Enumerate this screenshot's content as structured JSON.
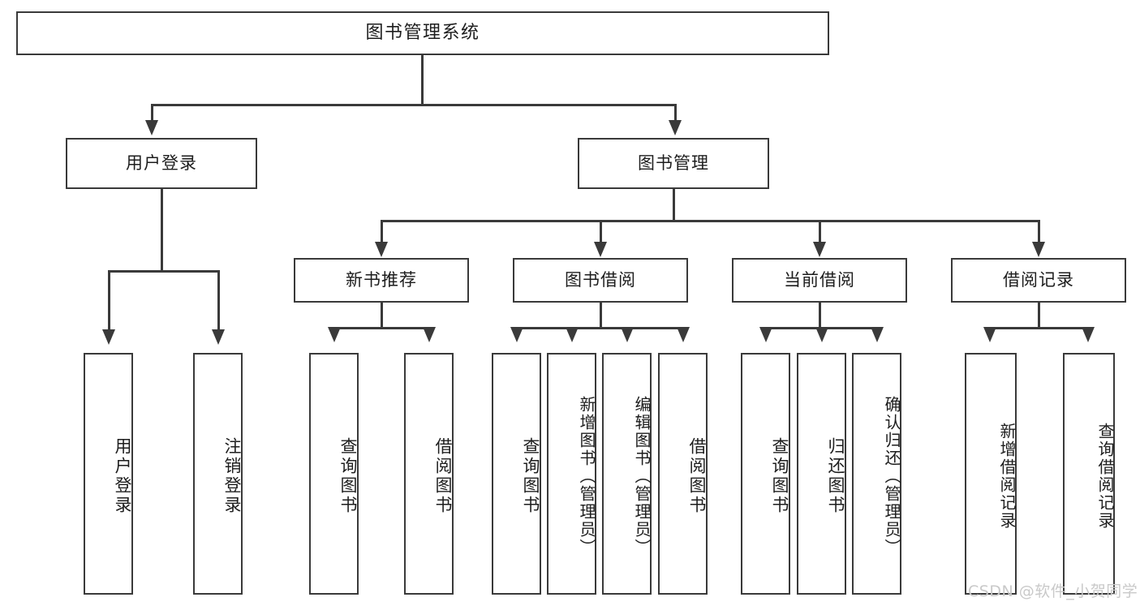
{
  "diagram": {
    "type": "tree",
    "title": "图书管理系统",
    "orientation": "top-down",
    "watermark": "CSDN @软件_小贺同学",
    "colors": {
      "stroke": "#3a3a3a",
      "fill": "#ffffff",
      "text": "#1d1d1d",
      "watermark": "#c9c9c9"
    }
  },
  "nodes": {
    "root": {
      "label": "图书管理系统"
    },
    "tier2": [
      {
        "id": "user-login",
        "label": "用户登录"
      },
      {
        "id": "book-manage",
        "label": "图书管理"
      }
    ],
    "tier3": [
      {
        "id": "new-book-rec",
        "label": "新书推荐"
      },
      {
        "id": "book-borrow",
        "label": "图书借阅"
      },
      {
        "id": "current-borrow",
        "label": "当前借阅"
      },
      {
        "id": "borrow-record",
        "label": "借阅记录"
      }
    ],
    "leaves": {
      "user_login": [
        {
          "id": "leaf-user-login",
          "label": "用户登录"
        },
        {
          "id": "leaf-user-logout",
          "label": "注销登录"
        }
      ],
      "new_book_rec": [
        {
          "id": "leaf-query-book-1",
          "label": "查询图书"
        },
        {
          "id": "leaf-borrow-book-1",
          "label": "借阅图书"
        }
      ],
      "book_borrow": [
        {
          "id": "leaf-query-book-2",
          "label": "查询图书"
        },
        {
          "id": "leaf-add-book",
          "label": "新增图书（管理员）"
        },
        {
          "id": "leaf-edit-book",
          "label": "编辑图书（管理员）"
        },
        {
          "id": "leaf-borrow-book-2",
          "label": "借阅图书"
        }
      ],
      "current_borrow": [
        {
          "id": "leaf-query-book-3",
          "label": "查询图书"
        },
        {
          "id": "leaf-return-book",
          "label": "归还图书"
        },
        {
          "id": "leaf-confirm-return",
          "label": "确认归还（管理员）"
        }
      ],
      "borrow_record": [
        {
          "id": "leaf-add-record",
          "label": "新增借阅记录"
        },
        {
          "id": "leaf-query-record",
          "label": "查询借阅记录"
        }
      ]
    }
  }
}
